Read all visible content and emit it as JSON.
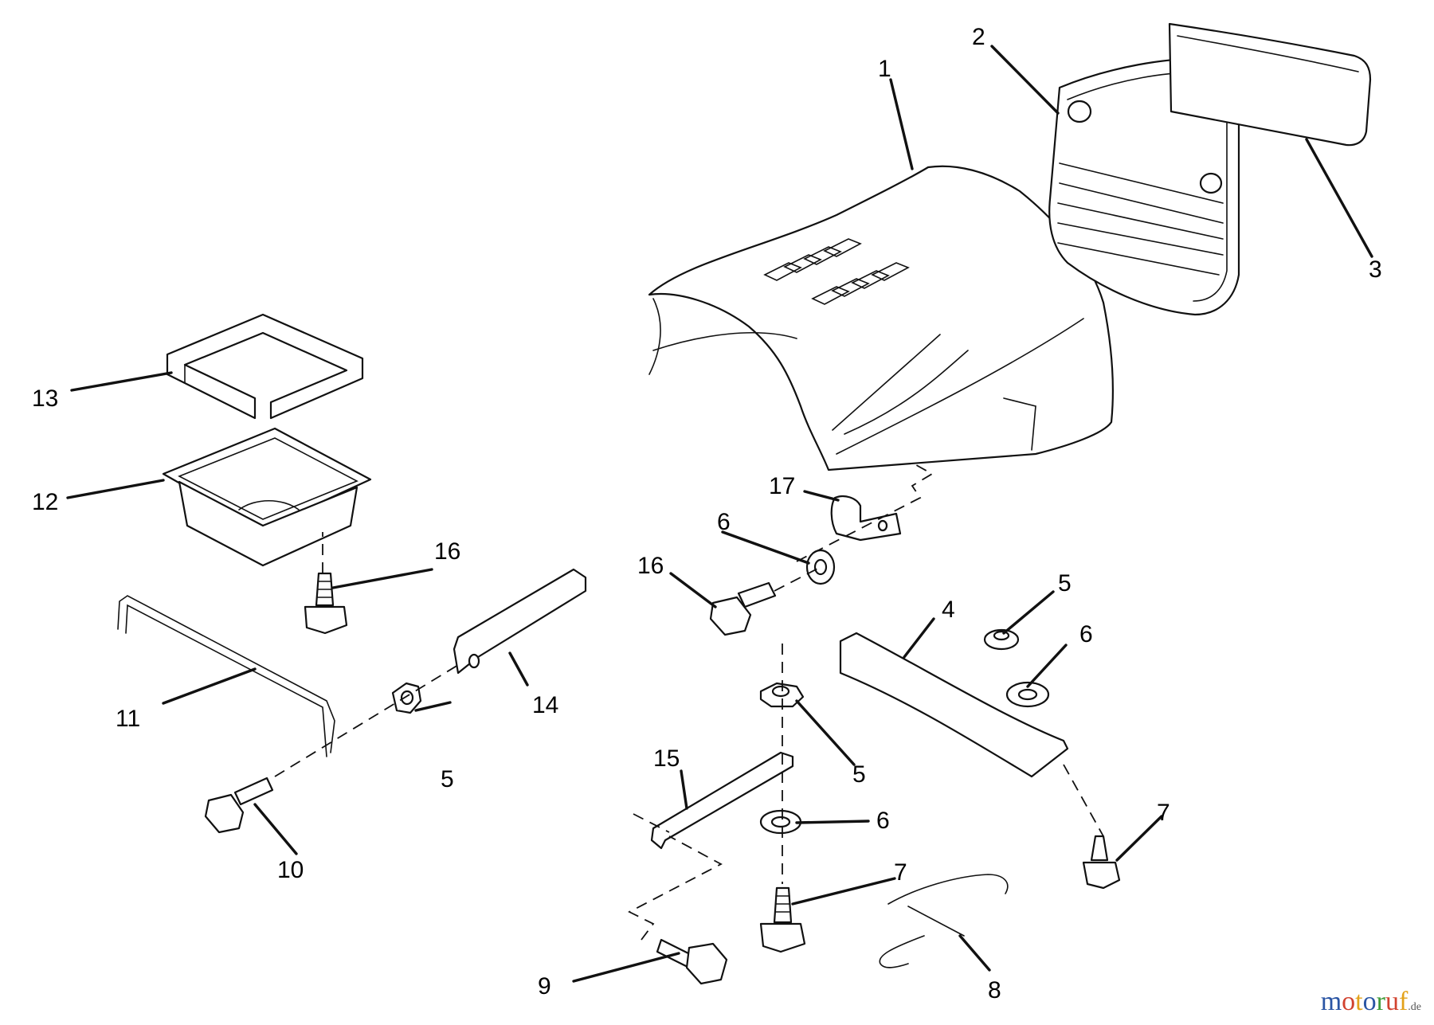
{
  "callouts": [
    {
      "id": "1",
      "label": "1"
    },
    {
      "id": "2",
      "label": "2"
    },
    {
      "id": "3",
      "label": "3"
    },
    {
      "id": "4",
      "label": "4"
    },
    {
      "id": "5a",
      "label": "5"
    },
    {
      "id": "5b",
      "label": "5"
    },
    {
      "id": "5c",
      "label": "5"
    },
    {
      "id": "6a",
      "label": "6"
    },
    {
      "id": "6b",
      "label": "6"
    },
    {
      "id": "6c",
      "label": "6"
    },
    {
      "id": "7a",
      "label": "7"
    },
    {
      "id": "7b",
      "label": "7"
    },
    {
      "id": "8",
      "label": "8"
    },
    {
      "id": "9",
      "label": "9"
    },
    {
      "id": "10",
      "label": "10"
    },
    {
      "id": "11",
      "label": "11"
    },
    {
      "id": "12",
      "label": "12"
    },
    {
      "id": "13",
      "label": "13"
    },
    {
      "id": "14",
      "label": "14"
    },
    {
      "id": "15",
      "label": "15"
    },
    {
      "id": "16a",
      "label": "16"
    },
    {
      "id": "16b",
      "label": "16"
    },
    {
      "id": "17",
      "label": "17"
    }
  ],
  "watermark": {
    "brand_m": "m",
    "brand_o1": "o",
    "brand_t": "t",
    "brand_o2": "o",
    "brand_r": "r",
    "brand_u": "u",
    "brand_f": "f",
    "domain": ".de"
  },
  "colors": {
    "line": "#111111",
    "background": "#ffffff",
    "watermark_m": "#2a55a4",
    "watermark_o1": "#d1422f",
    "watermark_t": "#e3a21a",
    "watermark_o2": "#2a55a4",
    "watermark_r": "#3f9c3a",
    "watermark_u": "#d1422f",
    "watermark_f": "#e3a21a"
  }
}
